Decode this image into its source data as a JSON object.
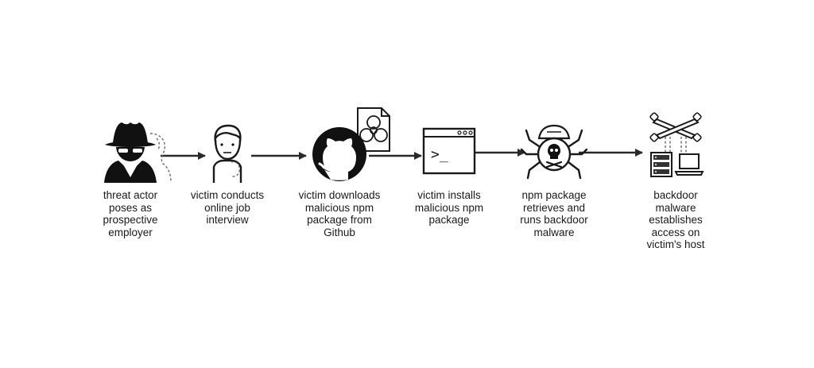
{
  "steps": [
    {
      "icon": "spy-icon",
      "lines": [
        "threat actor",
        "poses as",
        "prospective",
        "employer"
      ]
    },
    {
      "icon": "person-icon",
      "lines": [
        "victim conducts",
        "online job",
        "interview"
      ]
    },
    {
      "icon": "github-biohazard-icon",
      "lines": [
        "victim downloads",
        "malicious npm",
        "package from",
        "Github"
      ]
    },
    {
      "icon": "terminal-icon",
      "lines": [
        "victim installs",
        "malicious npm",
        "package"
      ]
    },
    {
      "icon": "skull-bug-icon",
      "lines": [
        "npm package",
        "retrieves and",
        "runs backdoor",
        "malware"
      ]
    },
    {
      "icon": "server-laptop-icon",
      "lines": [
        "backdoor",
        "malware",
        "establishes",
        "access on",
        "victim's host"
      ]
    }
  ],
  "terminal": {
    "prompt": ">_"
  }
}
